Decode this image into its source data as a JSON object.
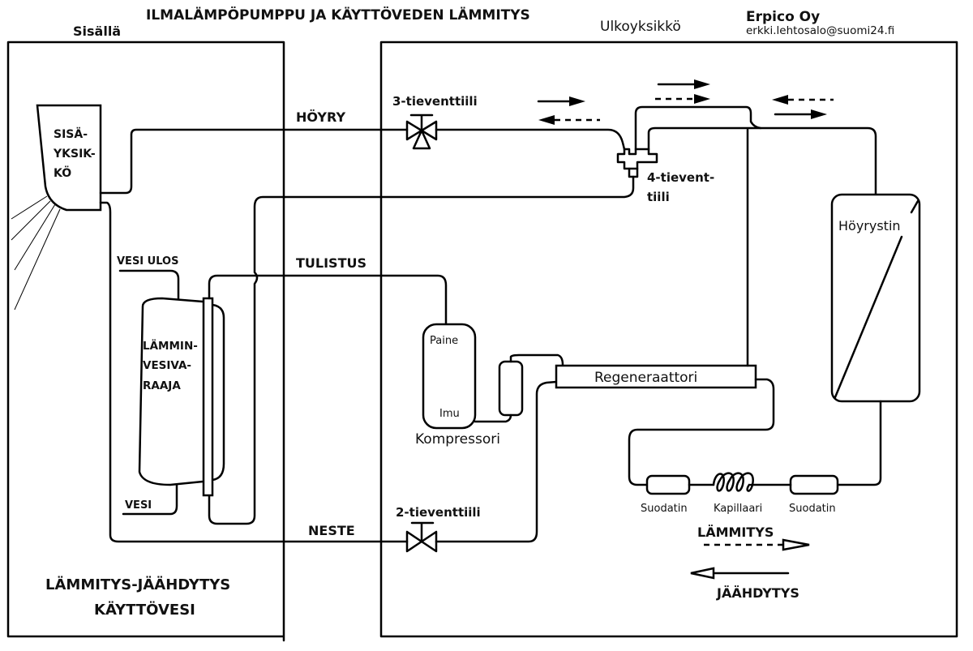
{
  "title": "ILMALÄMPÖPUMPPU JA KÄYTTÖVEDEN LÄMMITYS",
  "regions": {
    "indoor": "Sisällä",
    "outdoor": "Ulkoyksikkö"
  },
  "author": {
    "company": "Erpico Oy",
    "email": "erkki.lehtosalo@suomi24.fi"
  },
  "indoor_unit": {
    "line1": "SISÄ-",
    "line2": "YKSIK-",
    "line3": "KÖ"
  },
  "water_heater": {
    "line1": "LÄMMIN-",
    "line2": "VESIVA-",
    "line3": "RAAJA",
    "water_out": "VESI ULOS",
    "water_in": "VESI"
  },
  "pipes": {
    "vapor": "HÖYRY",
    "superheat": "TULISTUS",
    "liquid": "NESTE"
  },
  "valves": {
    "three_way": "3-tieventtiili",
    "four_way_line1": "4-tievent-",
    "four_way_line2": "tiili",
    "two_way": "2-tieventtiili"
  },
  "components": {
    "evaporator": "Höyrystin",
    "compressor": "Kompressori",
    "compressor_discharge": "Paine",
    "compressor_suction": "Imu",
    "regenerator": "Regeneraattori",
    "filter_left": "Suodatin",
    "capillary": "Kapillaari",
    "filter_right": "Suodatin"
  },
  "legend": {
    "heating": "LÄMMITYS",
    "cooling": "JÄÄHDYTYS"
  },
  "bottom_label": {
    "line1": "LÄMMITYS-JÄÄHDYTYS",
    "line2": "KÄYTTÖVESI"
  }
}
